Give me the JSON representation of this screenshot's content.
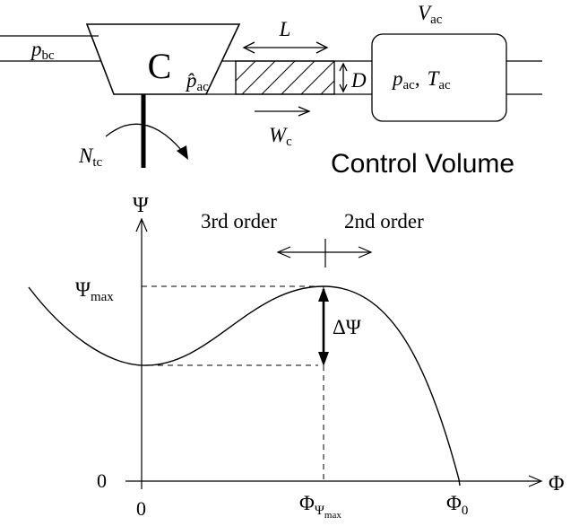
{
  "top_diagram": {
    "compressor": {
      "letter": "C",
      "inlet_pressure": {
        "sym": "p",
        "sub": "bc"
      },
      "outlet_pressure": {
        "sym": "p̂",
        "sub": "ac"
      },
      "shaft_speed": {
        "sym": "N",
        "sub": "tc"
      }
    },
    "duct": {
      "length": "L",
      "diameter": "D",
      "mass_flow": {
        "sym": "W",
        "sub": "c"
      }
    },
    "plenum": {
      "volume": {
        "sym": "V",
        "sub": "ac"
      },
      "pressure": {
        "sym": "p",
        "sub": "ac"
      },
      "separator": ",",
      "temperature": {
        "sym": "T",
        "sub": "ac"
      }
    },
    "caption": "Control Volume"
  },
  "bottom_diagram": {
    "y_axis_label": "Ψ",
    "x_axis_label": "Φ",
    "origin_y_label": "0",
    "origin_x_label": "0",
    "psi_max": {
      "sym": "Ψ",
      "sub": "max"
    },
    "delta_psi": "ΔΨ",
    "phi_psimax": {
      "sym": "Φ",
      "sub": "Ψ",
      "subsub": "max"
    },
    "phi_0": {
      "sym": "Φ",
      "sub": "0"
    },
    "left_region": "3rd order",
    "right_region": "2nd order"
  }
}
